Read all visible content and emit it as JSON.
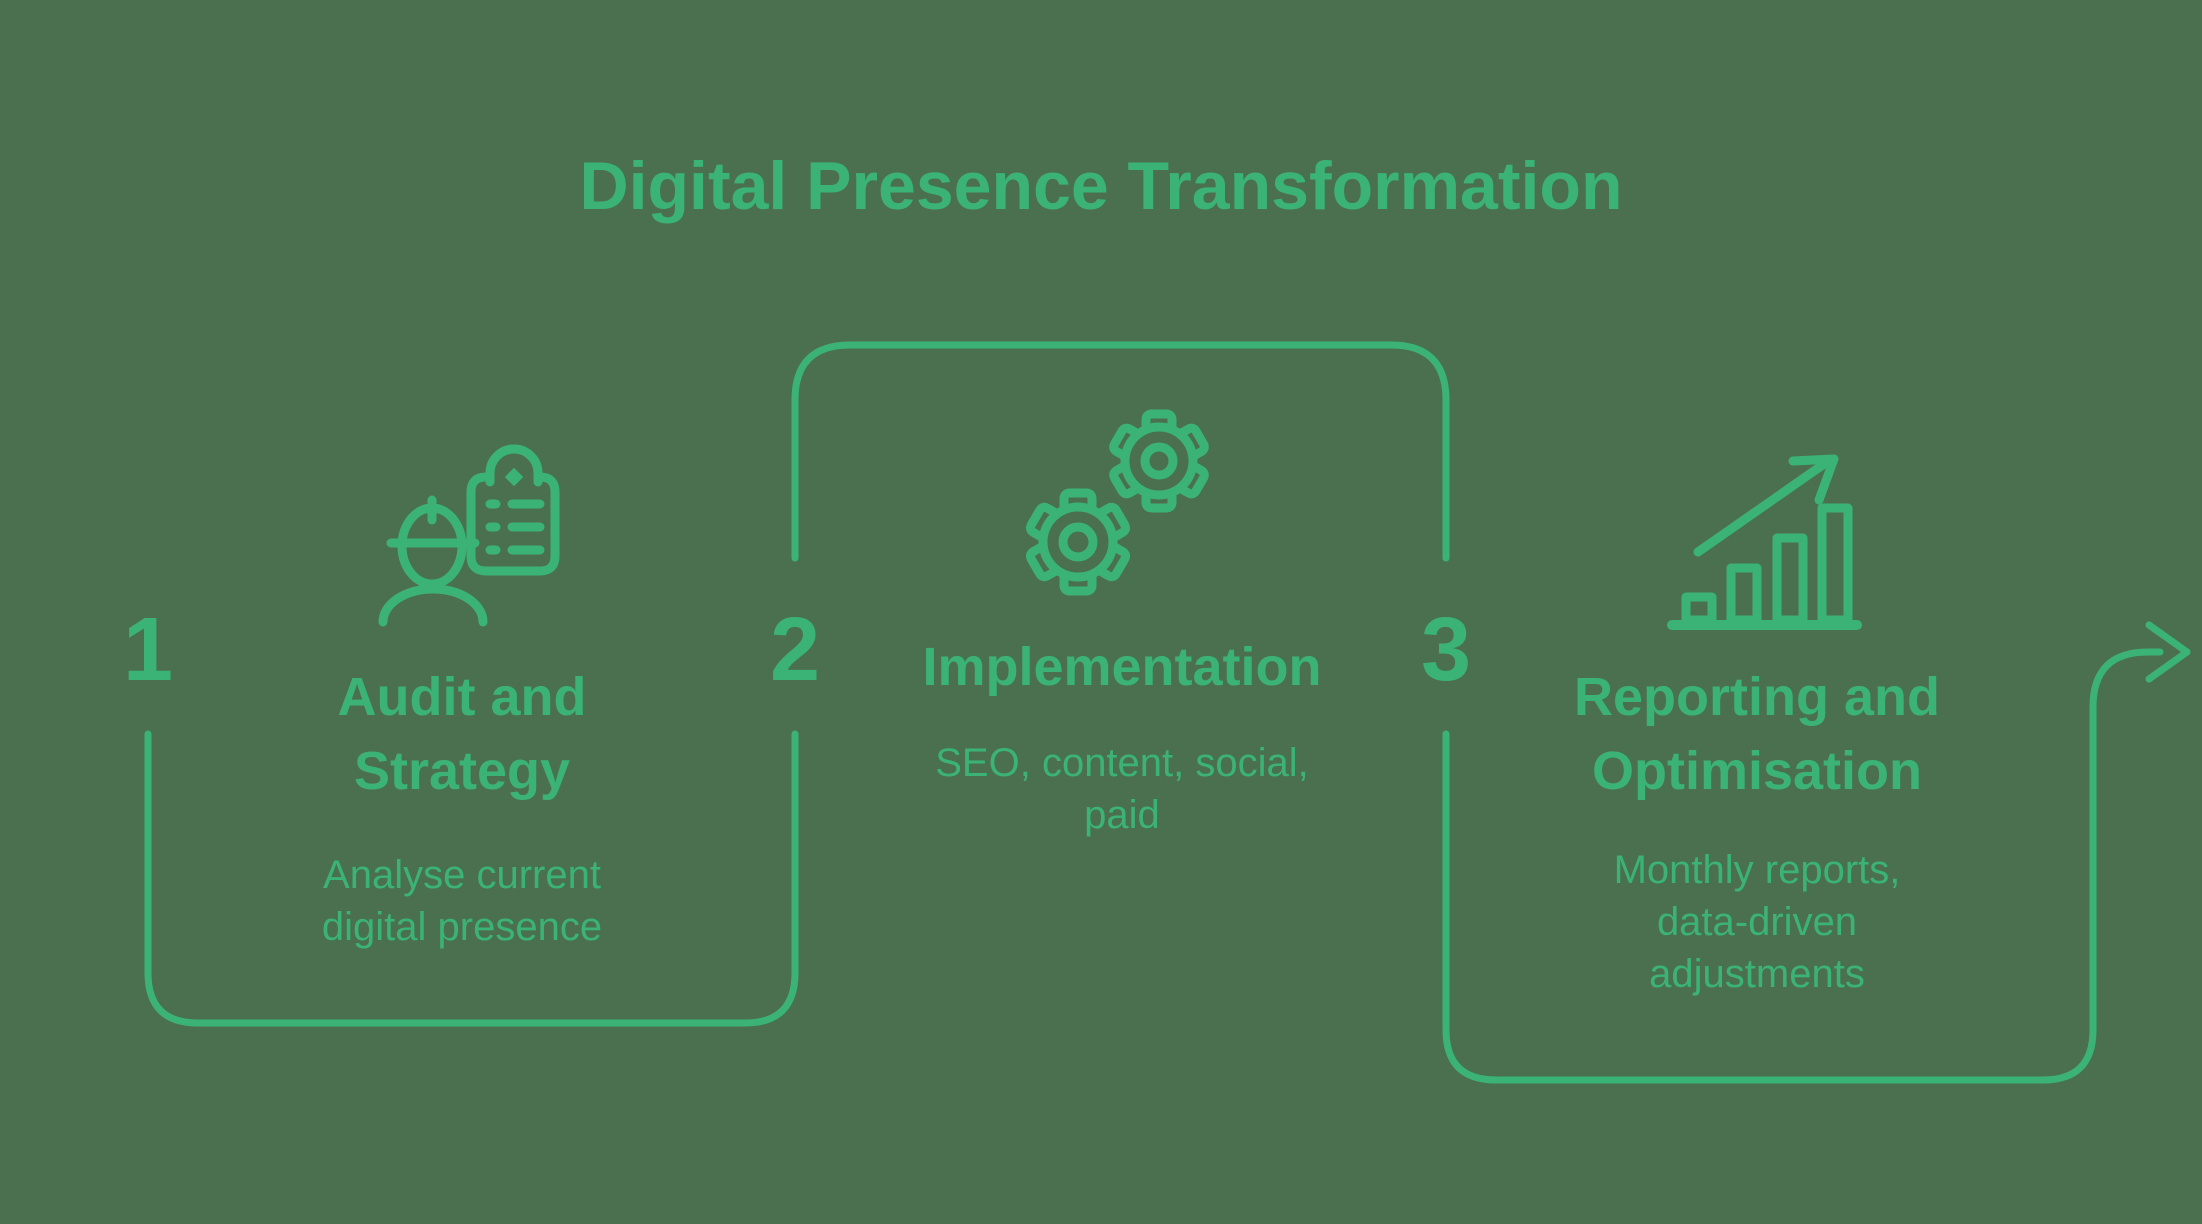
{
  "theme": {
    "background": "#4a7050",
    "accent": "#3bb377"
  },
  "title": "Digital Presence Transformation",
  "steps": [
    {
      "number": "1",
      "title": "Audit and\nStrategy",
      "description": "Analyse current\ndigital presence",
      "icon": "engineer-audit-icon"
    },
    {
      "number": "2",
      "title": "Implementation",
      "description": "SEO, content, social,\npaid",
      "icon": "gears-icon"
    },
    {
      "number": "3",
      "title": "Reporting and\nOptimisation",
      "description": "Monthly reports,\ndata-driven\nadjustments",
      "icon": "growth-chart-icon"
    }
  ],
  "flow_arrow": "exit-right-arrow"
}
